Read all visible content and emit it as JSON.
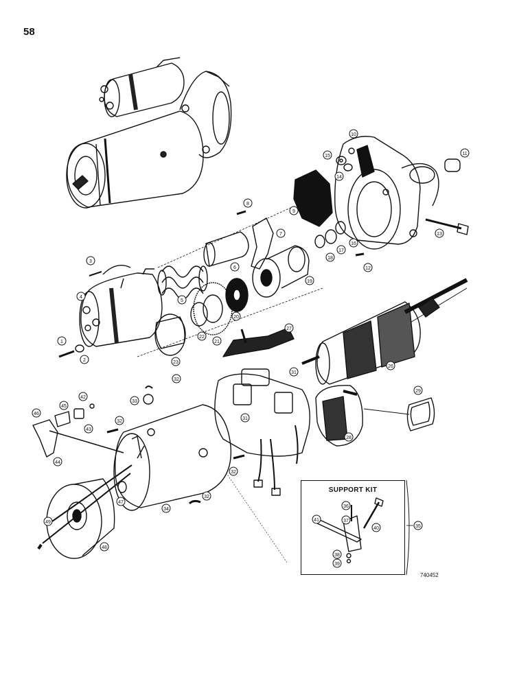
{
  "page_number": "58",
  "support_kit": {
    "title": "SUPPORT KIT"
  },
  "figure_number": "740452",
  "callouts": [
    "1",
    "2",
    "3",
    "4",
    "5",
    "6",
    "7",
    "8",
    "9",
    "10",
    "11",
    "12",
    "13",
    "14",
    "15",
    "16",
    "17",
    "18",
    "19",
    "20",
    "21",
    "22",
    "23",
    "26",
    "27",
    "28",
    "29",
    "31",
    "31",
    "32",
    "32",
    "32",
    "32",
    "33",
    "34",
    "35",
    "36",
    "37",
    "38",
    "39",
    "40",
    "41",
    "42",
    "43",
    "44",
    "45",
    "46",
    "47",
    "48",
    "49"
  ]
}
